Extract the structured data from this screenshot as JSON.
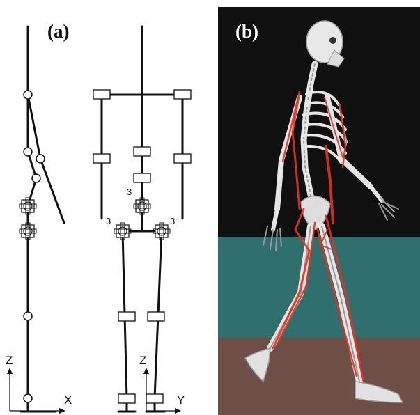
{
  "panels": {
    "a": {
      "label": "(a)"
    },
    "b": {
      "label": "(b)"
    }
  },
  "axes": {
    "side_view": {
      "vertical": "Z",
      "horizontal": "X"
    },
    "front_view": {
      "vertical": "Z",
      "horizontal": "Y"
    }
  },
  "dof_labels": {
    "lumbar": "3",
    "hip_right": "3",
    "hip_left": "3"
  },
  "colors": {
    "background": "#ffffff",
    "sky": "#101010",
    "wall": "#2f6f6d",
    "floor": "#6d4f47",
    "bone": "#e6e6e6",
    "muscle": "#e3321f",
    "line": "#111111"
  }
}
